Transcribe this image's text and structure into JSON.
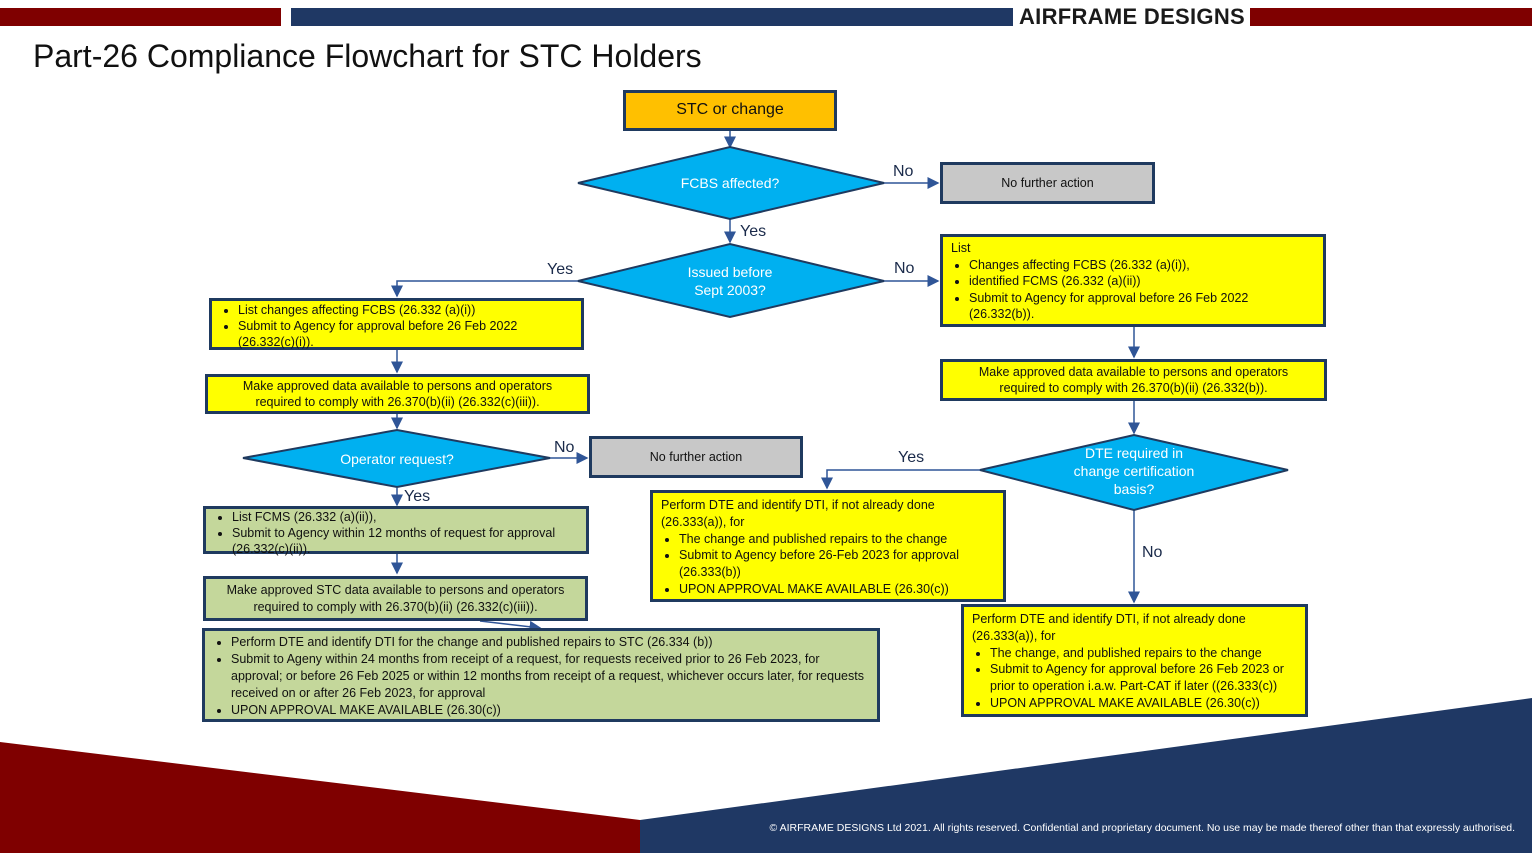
{
  "header": {
    "brand": "AIRFRAME DESIGNS",
    "title": "Part-26 Compliance Flowchart for STC Holders"
  },
  "colors": {
    "dark_red": "#7f0000",
    "navy": "#1f3864",
    "decision_blue": "#00b0f0",
    "process_yellow": "#ffff00",
    "process_green": "#c4d79b",
    "end_grey": "#c8c8c8",
    "start_orange": "#ffc000"
  },
  "flow": {
    "start": "STC or change",
    "fcbs_decision": "FCBS affected?",
    "no_action_1": "No further action",
    "issued_decision_l1": "Issued before",
    "issued_decision_l2": "Sept 2003?",
    "left_box1": {
      "items": [
        "List changes affecting FCBS (26.332 (a)(i))",
        "Submit to Agency for approval before 26 Feb 2022 (26.332(c)(i))."
      ]
    },
    "left_box2": {
      "l1": "Make approved data available to persons and operators",
      "l2": "required to comply with 26.370(b)(ii) (26.332(c)(iii))."
    },
    "operator_decision": "Operator request?",
    "no_action_2": "No further action",
    "green_box1": {
      "items": [
        "List FCMS (26.332 (a)(ii)),",
        "Submit to Agency within 12 months of request for approval (26.332(c)(ii))."
      ]
    },
    "green_box2": {
      "l1": "Make approved STC data available to persons and operators",
      "l2": "required to comply with 26.370(b)(ii) (26.332(c)(iii))."
    },
    "green_box3": {
      "items": [
        "Perform DTE and identify DTI for the change and published repairs to STC (26.334 (b))",
        "Submit to Ageny within 24 months from receipt of a request, for requests received prior to 26 Feb 2023, for approval; or before 26 Feb 2025 or within 12 months from receipt of a request, whichever occurs later, for requests received on or after 26 Feb 2023, for approval",
        "UPON APPROVAL MAKE AVAILABLE (26.30(c))"
      ]
    },
    "right_box1": {
      "heading": "List",
      "items": [
        "Changes affecting FCBS (26.332 (a)(i)),",
        "identified FCMS (26.332 (a)(ii))",
        "Submit to Agency for approval before 26 Feb 2022 (26.332(b))."
      ]
    },
    "right_box2": {
      "l1": "Make approved data available to persons and operators",
      "l2": "required to comply with 26.370(b)(ii) (26.332(b))."
    },
    "dte_decision": {
      "l1": "DTE required in",
      "l2": "change certification",
      "l3": "basis?"
    },
    "mid_yellow": {
      "intro1": "Perform DTE and identify DTI, if not already done",
      "intro2": "(26.333(a)), for",
      "items": [
        "The change and published repairs to the change",
        "Submit to Agency before 26-Feb 2023 for approval (26.333(b))",
        "UPON APPROVAL MAKE AVAILABLE (26.30(c))"
      ]
    },
    "right_yellow": {
      "intro1": "Perform DTE and identify DTI, if not already done",
      "intro2": "(26.333(a)), for",
      "items": [
        "The change, and published repairs to the change",
        "Submit to Agency for approval before 26 Feb 2023 or prior to operation i.a.w. Part-CAT if later ((26.333(c))",
        "UPON APPROVAL MAKE AVAILABLE (26.30(c))"
      ]
    },
    "labels": {
      "no": "No",
      "yes": "Yes"
    }
  },
  "footer": "© AIRFRAME DESIGNS Ltd 2021. All rights reserved. Confidential and proprietary document. No use may be made thereof other than that expressly authorised."
}
